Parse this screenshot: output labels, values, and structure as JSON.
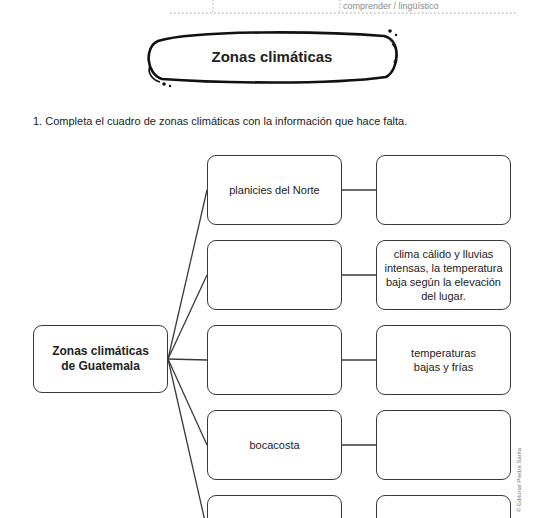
{
  "diagram": {
    "title": "Zonas climáticas",
    "nodes": [
      {
        "text": [
          "Zonas climáticas de Guatemala"
        ]
      },
      {
        "text": [
          "planicies del Norte"
        ]
      },
      {
        "text": []
      },
      {
        "text": []
      },
      {
        "text": [
          "clima cálido y lluvias intensas, la temperatura baja según la elevación del lugar."
        ]
      },
      {
        "text": []
      },
      {
        "text": [
          "temperaturas bajas y frías"
        ]
      },
      {
        "text": [
          "bocacosta"
        ]
      },
      {
        "text": []
      },
      {
        "text": []
      },
      {
        "text": []
      }
    ],
    "edges": [
      {
        "from": 0,
        "to": 1,
        "arrow": "none"
      },
      {
        "from": 0,
        "to": 3,
        "arrow": "none"
      },
      {
        "from": 0,
        "to": 5,
        "arrow": "none"
      },
      {
        "from": 0,
        "to": 7,
        "arrow": "none"
      },
      {
        "from": 0,
        "to": 9,
        "arrow": "none"
      },
      {
        "from": 1,
        "to": 2,
        "arrow": "none"
      },
      {
        "from": 3,
        "to": 4,
        "arrow": "none"
      },
      {
        "from": 5,
        "to": 6,
        "arrow": "none"
      },
      {
        "from": 7,
        "to": 8,
        "arrow": "none"
      },
      {
        "from": 9,
        "to": 10,
        "arrow": "none"
      }
    ],
    "labels": [
      "comprender / lingüístico",
      "1. Completa el cuadro de zonas climáticas con la información que hace falta.",
      "© Editorial Piedra Santa"
    ]
  }
}
